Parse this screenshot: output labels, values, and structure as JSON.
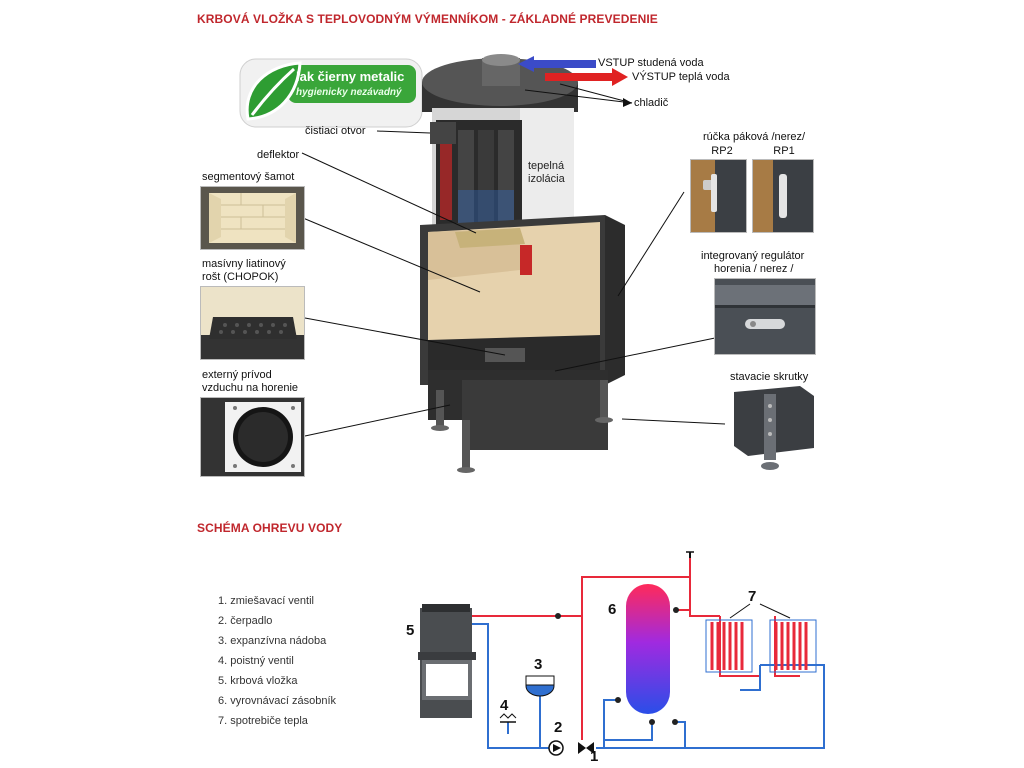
{
  "header": {
    "title": "KRBOVÁ VLOŽKA S TEPLOVODNÝM VÝMENNÍKOM - ZÁKLADNÉ PREVEDENIE"
  },
  "badge": {
    "line1": "lak čierny metalic",
    "line2": "hygienicky nezávadný"
  },
  "callouts": {
    "vstup": "VSTUP studená voda",
    "vystup": "VÝSTUP teplá voda",
    "chladic": "chladič",
    "cistiaci": "čistiaci otvor",
    "deflektor": "deflektor",
    "tepelna1": "tepelná",
    "tepelna2": "izolácia",
    "samot": "segmentový šamot",
    "rost1": "masívny liatinový",
    "rost2": "rošt (CHOPOK)",
    "privod1": "externý prívod",
    "privod2": "vzduchu na horenie",
    "rucka": "rúčka páková /nerez/",
    "rp2": "RP2",
    "rp1": "RP1",
    "regulator1": "integrovaný regulátor",
    "regulator2": "horenia / nerez /",
    "skrutky": "stavacie skrutky"
  },
  "schema": {
    "title": "SCHÉMA OHREVU VODY",
    "legend": [
      "1. zmiešavací ventil",
      "2. čerpadlo",
      "3. expanzívna nádoba",
      "4. poistný ventil",
      "5. krbová vložka",
      "6. vyrovnávací zásobník",
      "7. spotrebiče tepla"
    ],
    "numbers": {
      "n1": "1",
      "n2": "2",
      "n3": "3",
      "n4": "4",
      "n5": "5",
      "n6": "6",
      "n7": "7"
    }
  },
  "colors": {
    "accent": "#c0272d",
    "hot": "#e8293a",
    "cold": "#2f6fd0",
    "badge_green": "#3aa63a"
  }
}
